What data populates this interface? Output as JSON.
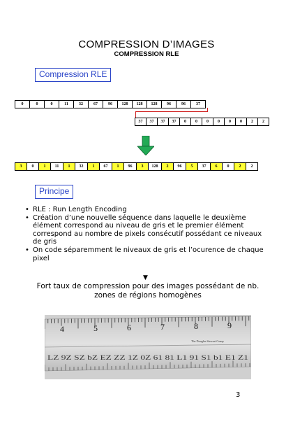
{
  "header": {
    "title": "COMPRESSION D’IMAGES",
    "subtitle": "COMPRESSION RLE"
  },
  "sections": {
    "rle": "Compression RLE",
    "principe": "Principe"
  },
  "colors": {
    "accent": "#2a44c8",
    "highlight": "#ffff33",
    "connector": "#d02020",
    "arrow": "#22aa55"
  },
  "row1": [
    "0",
    "0",
    "0",
    "11",
    "32",
    "67",
    "96",
    "128",
    "128",
    "128",
    "96",
    "96",
    "37"
  ],
  "row2": [
    "37",
    "37",
    "37",
    "37",
    "0",
    "0",
    "0",
    "0",
    "0",
    "0",
    "2",
    "2"
  ],
  "row3": [
    {
      "v": "3",
      "y": true
    },
    {
      "v": "0",
      "y": false
    },
    {
      "v": "1",
      "y": true
    },
    {
      "v": "11",
      "y": false
    },
    {
      "v": "1",
      "y": true
    },
    {
      "v": "32",
      "y": false
    },
    {
      "v": "1",
      "y": true
    },
    {
      "v": "67",
      "y": false
    },
    {
      "v": "1",
      "y": true
    },
    {
      "v": "96",
      "y": false
    },
    {
      "v": "3",
      "y": true
    },
    {
      "v": "128",
      "y": false
    },
    {
      "v": "2",
      "y": true
    },
    {
      "v": "96",
      "y": false
    },
    {
      "v": "5",
      "y": true
    },
    {
      "v": "37",
      "y": false
    },
    {
      "v": "6",
      "y": true
    },
    {
      "v": "0",
      "y": false
    },
    {
      "v": "2",
      "y": true
    },
    {
      "v": "2",
      "y": false
    }
  ],
  "bullets": [
    "RLE : Run Length Encoding",
    "Création d’une nouvelle séquence dans laquelle le deuxième élément correspond au niveau de gris et le premier élément correspond au nombre de pixels consécutif possédant ce niveaux de gris",
    "On code séparemment le niveaux de gris et l’ocurence de chaque pixel"
  ],
  "conclusion": "Fort taux de compression pour des images possédant de nb. zones de régions homogènes",
  "ruler": {
    "top_numbers": [
      "4",
      "5",
      "6",
      "7",
      "8",
      "9"
    ],
    "brand": "The Douglas Stewart Comp",
    "bottom_text": "LZ 9Z SZ bZ EZ ZZ 1Z 0Z 61 81 L1 91 S1 b1 E1 Z1"
  },
  "page_number": "3"
}
